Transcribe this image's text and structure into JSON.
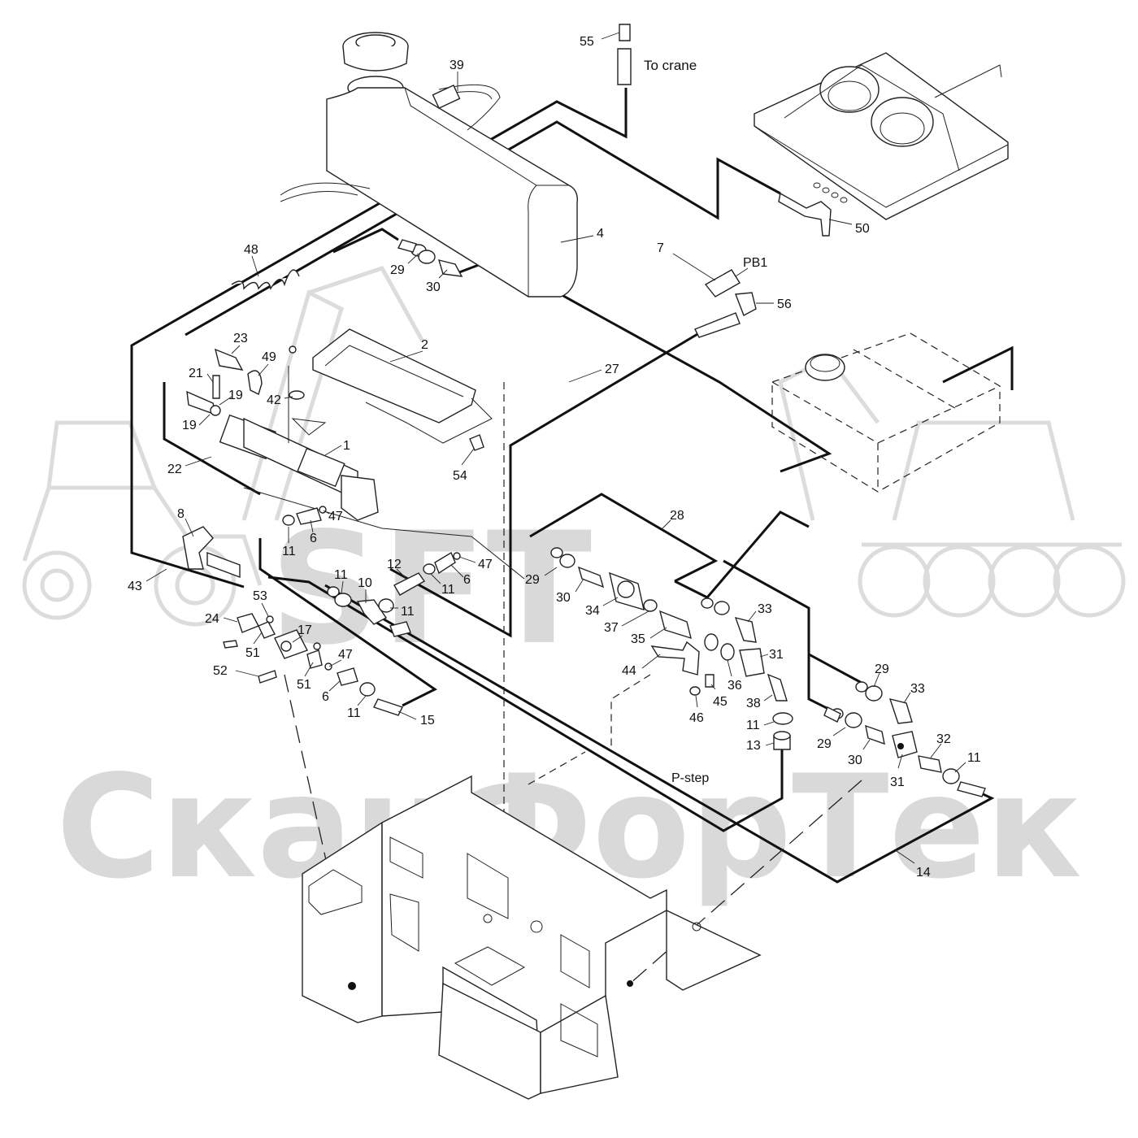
{
  "watermark": {
    "logo": "SFT",
    "text": "СканФорТек"
  },
  "annotations": {
    "to_crane": "To crane",
    "pb1": "PB1",
    "p_step": "P-step"
  },
  "callouts": [
    {
      "id": "c55",
      "text": "55"
    },
    {
      "id": "c39",
      "text": "39"
    },
    {
      "id": "c4",
      "text": "4"
    },
    {
      "id": "c50",
      "text": "50"
    },
    {
      "id": "c48",
      "text": "48"
    },
    {
      "id": "c29a",
      "text": "29"
    },
    {
      "id": "c30a",
      "text": "30"
    },
    {
      "id": "c7",
      "text": "7"
    },
    {
      "id": "c56",
      "text": "56"
    },
    {
      "id": "c2",
      "text": "2"
    },
    {
      "id": "c23",
      "text": "23"
    },
    {
      "id": "c49",
      "text": "49"
    },
    {
      "id": "c21",
      "text": "21"
    },
    {
      "id": "c42",
      "text": "42"
    },
    {
      "id": "c19a",
      "text": "19"
    },
    {
      "id": "c19b",
      "text": "19"
    },
    {
      "id": "c27",
      "text": "27"
    },
    {
      "id": "c1",
      "text": "1"
    },
    {
      "id": "c22",
      "text": "22"
    },
    {
      "id": "c54",
      "text": "54"
    },
    {
      "id": "c8",
      "text": "8"
    },
    {
      "id": "c47a",
      "text": "47"
    },
    {
      "id": "c6a",
      "text": "6"
    },
    {
      "id": "c11a",
      "text": "11"
    },
    {
      "id": "c28",
      "text": "28"
    },
    {
      "id": "c47b",
      "text": "47"
    },
    {
      "id": "c12",
      "text": "12"
    },
    {
      "id": "c6b",
      "text": "6"
    },
    {
      "id": "c11b",
      "text": "11"
    },
    {
      "id": "c29b",
      "text": "29"
    },
    {
      "id": "c43",
      "text": "43"
    },
    {
      "id": "c11c",
      "text": "11"
    },
    {
      "id": "c10",
      "text": "10"
    },
    {
      "id": "c11d",
      "text": "11"
    },
    {
      "id": "c30b",
      "text": "30"
    },
    {
      "id": "c34",
      "text": "34"
    },
    {
      "id": "c33a",
      "text": "33"
    },
    {
      "id": "c53",
      "text": "53"
    },
    {
      "id": "c24",
      "text": "24"
    },
    {
      "id": "c37",
      "text": "37"
    },
    {
      "id": "c17",
      "text": "17"
    },
    {
      "id": "c35",
      "text": "35"
    },
    {
      "id": "c51a",
      "text": "51"
    },
    {
      "id": "c31a",
      "text": "31"
    },
    {
      "id": "c47c",
      "text": "47"
    },
    {
      "id": "c44",
      "text": "44"
    },
    {
      "id": "c52",
      "text": "52"
    },
    {
      "id": "c51b",
      "text": "51"
    },
    {
      "id": "c36",
      "text": "36"
    },
    {
      "id": "c29c",
      "text": "29"
    },
    {
      "id": "c45",
      "text": "45"
    },
    {
      "id": "c33b",
      "text": "33"
    },
    {
      "id": "c6c",
      "text": "6"
    },
    {
      "id": "c38",
      "text": "38"
    },
    {
      "id": "c11e",
      "text": "11"
    },
    {
      "id": "c46",
      "text": "46"
    },
    {
      "id": "c15",
      "text": "15"
    },
    {
      "id": "c11f",
      "text": "11"
    },
    {
      "id": "c32",
      "text": "32"
    },
    {
      "id": "c29d",
      "text": "29"
    },
    {
      "id": "c13",
      "text": "13"
    },
    {
      "id": "c30c",
      "text": "30"
    },
    {
      "id": "c11g",
      "text": "11"
    },
    {
      "id": "c31b",
      "text": "31"
    },
    {
      "id": "c14",
      "text": "14"
    }
  ]
}
